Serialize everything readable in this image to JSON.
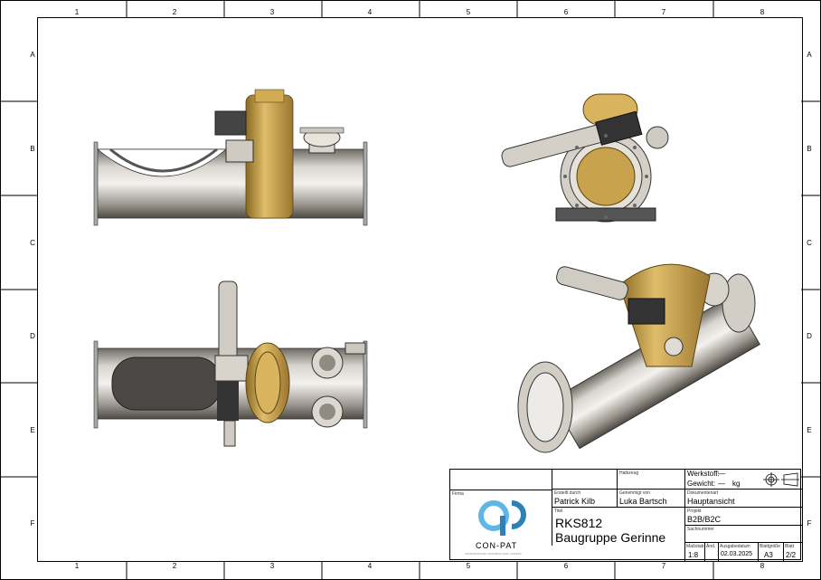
{
  "frame": {
    "columns": [
      "1",
      "2",
      "3",
      "4",
      "5",
      "6",
      "7",
      "8"
    ],
    "rows": [
      "A",
      "B",
      "C",
      "D",
      "E",
      "F"
    ]
  },
  "title_block": {
    "halbzeug_label": "Halbzeug",
    "werkstoff_label": "Werkstoff:",
    "werkstoff_value": "—",
    "gewicht_label": "Gewicht:",
    "gewicht_value": "—",
    "gewicht_unit": "kg",
    "firma_label": "Firma",
    "erstellt_label": "Erstellt durch",
    "erstellt_value": "Patrick Kilb",
    "genehmigt_label": "Genehmigt von",
    "genehmigt_value": "Luka Bartsch",
    "dokumentart_label": "Dokumentenart",
    "dokumentart_value": "Hauptansicht",
    "titel_label": "Titel",
    "titel_line1": "RKS812",
    "titel_line2": "Baugruppe Gerinne",
    "projekt_label": "Projekt",
    "projekt_value": "B2B/B2C",
    "sachnummer_label": "Sachnummer",
    "massstab_label": "Maßstab",
    "massstab_value": "1:8",
    "aend_label": "Änd.",
    "ausgabe_label": "Ausgabedatum",
    "ausgabe_value": "02.03.2025",
    "blattgroesse_label": "Blattgröße",
    "blattgroesse_value": "A3",
    "blatt_label": "Blatt",
    "blatt_value": "2/2",
    "logo_text": "CON-PAT",
    "logo_sub": "KONSTRUKTION • ENTWICKLUNG • PATENT"
  },
  "icons": {
    "projection_symbol": "first-angle-projection-icon",
    "logo": "con-pat-logo-icon"
  },
  "colors": {
    "brass": "#c8a24a",
    "steel": "#b9b6b0",
    "logo_blue": "#2f7fb8",
    "logo_light": "#5fb7e5"
  }
}
